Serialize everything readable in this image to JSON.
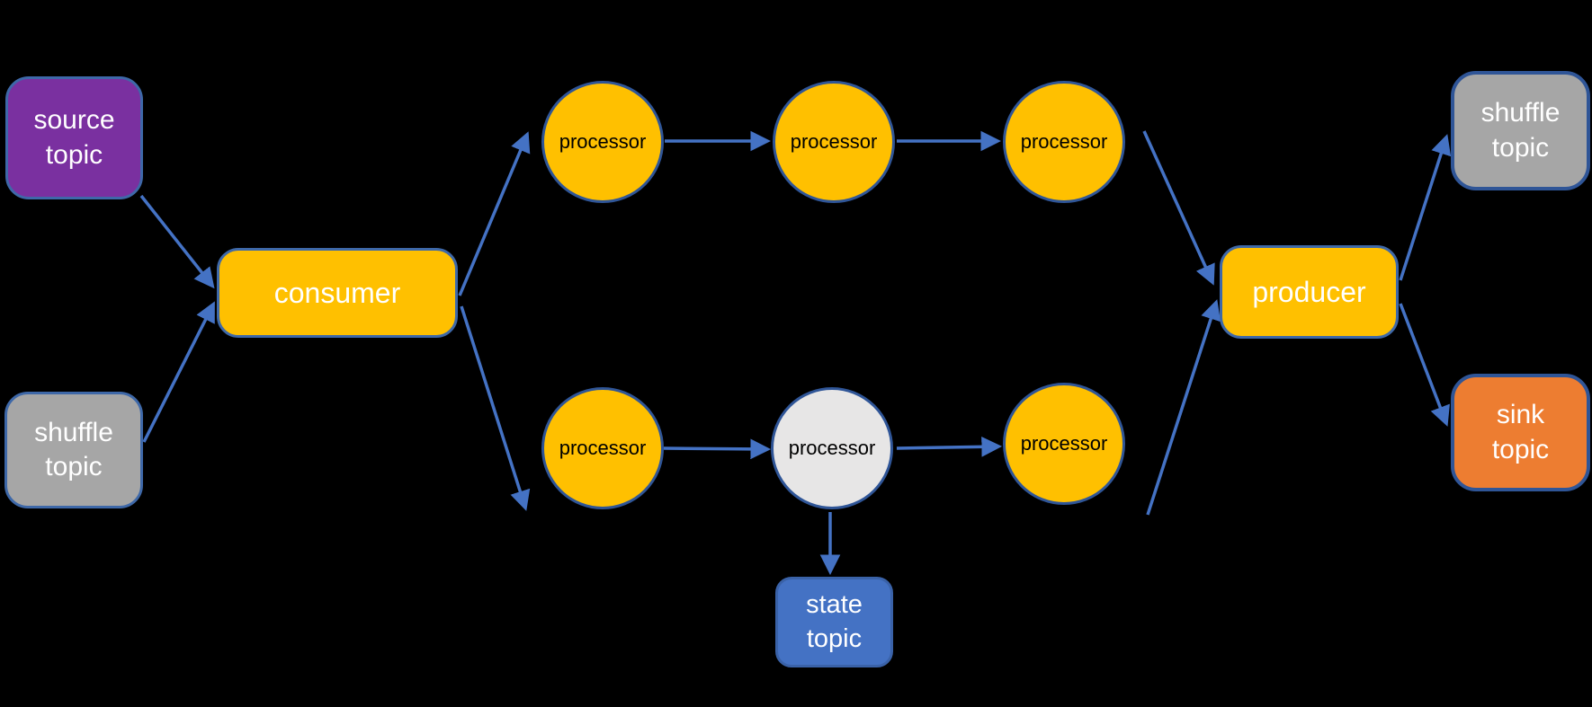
{
  "diagram": {
    "nodes": {
      "source_topic": {
        "label": "source\ntopic",
        "shape": "rounded-rect",
        "fill": "#7A30A0"
      },
      "shuffle_topic_left": {
        "label": "shuffle\ntopic",
        "shape": "rounded-rect",
        "fill": "#A6A6A6"
      },
      "consumer": {
        "label": "consumer",
        "shape": "rounded-rect",
        "fill": "#FFC000"
      },
      "processor_top_1": {
        "label": "processor",
        "shape": "circle",
        "fill": "#FFC000"
      },
      "processor_top_2": {
        "label": "processor",
        "shape": "circle",
        "fill": "#FFC000"
      },
      "processor_top_3": {
        "label": "processor",
        "shape": "circle",
        "fill": "#FFC000"
      },
      "processor_bottom_1": {
        "label": "processor",
        "shape": "circle",
        "fill": "#FFC000"
      },
      "processor_bottom_2": {
        "label": "processor",
        "shape": "circle",
        "fill": "#E7E6E6"
      },
      "processor_bottom_3": {
        "label": "processor",
        "shape": "circle",
        "fill": "#FFC000"
      },
      "state_topic": {
        "label": "state\ntopic",
        "shape": "rounded-rect",
        "fill": "#4472C4"
      },
      "producer": {
        "label": "producer",
        "shape": "rounded-rect",
        "fill": "#FFC000"
      },
      "shuffle_topic_right": {
        "label": "shuffle\ntopic",
        "shape": "rounded-rect",
        "fill": "#A6A6A6"
      },
      "sink_topic": {
        "label": "sink\ntopic",
        "shape": "rounded-rect",
        "fill": "#ED7D31"
      }
    },
    "edges": [
      {
        "from": "source_topic",
        "to": "consumer"
      },
      {
        "from": "shuffle_topic_left",
        "to": "consumer"
      },
      {
        "from": "consumer",
        "to": "processor_top_1"
      },
      {
        "from": "consumer",
        "to": "processor_bottom_1"
      },
      {
        "from": "processor_top_1",
        "to": "processor_top_2"
      },
      {
        "from": "processor_top_2",
        "to": "processor_top_3"
      },
      {
        "from": "processor_top_3",
        "to": "producer"
      },
      {
        "from": "processor_bottom_1",
        "to": "processor_bottom_2"
      },
      {
        "from": "processor_bottom_2",
        "to": "processor_bottom_3"
      },
      {
        "from": "processor_bottom_2",
        "to": "state_topic"
      },
      {
        "from": "processor_bottom_3",
        "to": "producer"
      },
      {
        "from": "producer",
        "to": "shuffle_topic_right"
      },
      {
        "from": "producer",
        "to": "sink_topic"
      }
    ],
    "colors": {
      "background": "#000000",
      "amber_fill": "#FFC000",
      "purple_fill": "#7A30A0",
      "gray_fill": "#A6A6A6",
      "light_gray_fill": "#E7E6E6",
      "blue_fill": "#4472C4",
      "orange_fill": "#ED7D31",
      "box_border": "#3E68A8",
      "circle_border": "#2F5597",
      "arrow": "#4472C4",
      "label_light": "#FFFFFF",
      "label_dark": "#000000"
    }
  }
}
